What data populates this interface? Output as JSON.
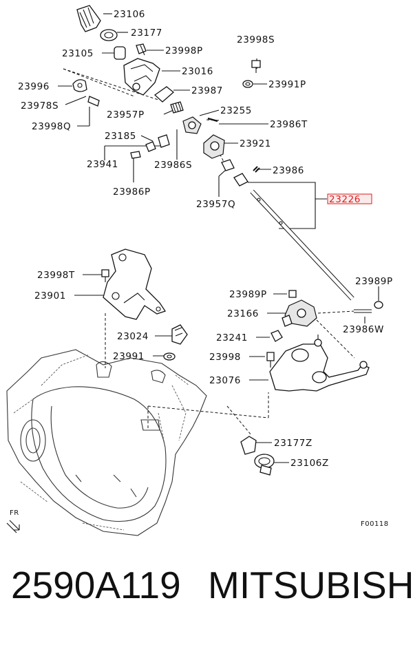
{
  "diagram": {
    "labels": {
      "p23106": "23106",
      "p23177": "23177",
      "p23105": "23105",
      "p23998P": "23998P",
      "p23016": "23016",
      "p23996": "23996",
      "p23978S": "23978S",
      "p23998Q": "23998Q",
      "p23987": "23987",
      "p23957P": "23957P",
      "p23255": "23255",
      "p23986T": "23986T",
      "p23185": "23185",
      "p23941": "23941",
      "p23986S": "23986S",
      "p23986P": "23986P",
      "p23921": "23921",
      "p23998S": "23998S",
      "p23991P": "23991P",
      "p23986": "23986",
      "p23957Q": "23957Q",
      "p23226": "23226",
      "p23998T": "23998T",
      "p23901": "23901",
      "p23024": "23024",
      "p23991": "23991",
      "p23989P_left": "23989P",
      "p23989P_right": "23989P",
      "p23166": "23166",
      "p23986W": "23986W",
      "p23241": "23241",
      "p23998": "23998",
      "p23076": "23076",
      "p23177Z": "23177Z",
      "p23106Z": "23106Z"
    },
    "fr_label": "FR",
    "figure_code": "F00118",
    "highlight_color": "#d91e1e"
  },
  "footer": {
    "part_number": "2590A119",
    "brand": "MITSUBISHI"
  }
}
